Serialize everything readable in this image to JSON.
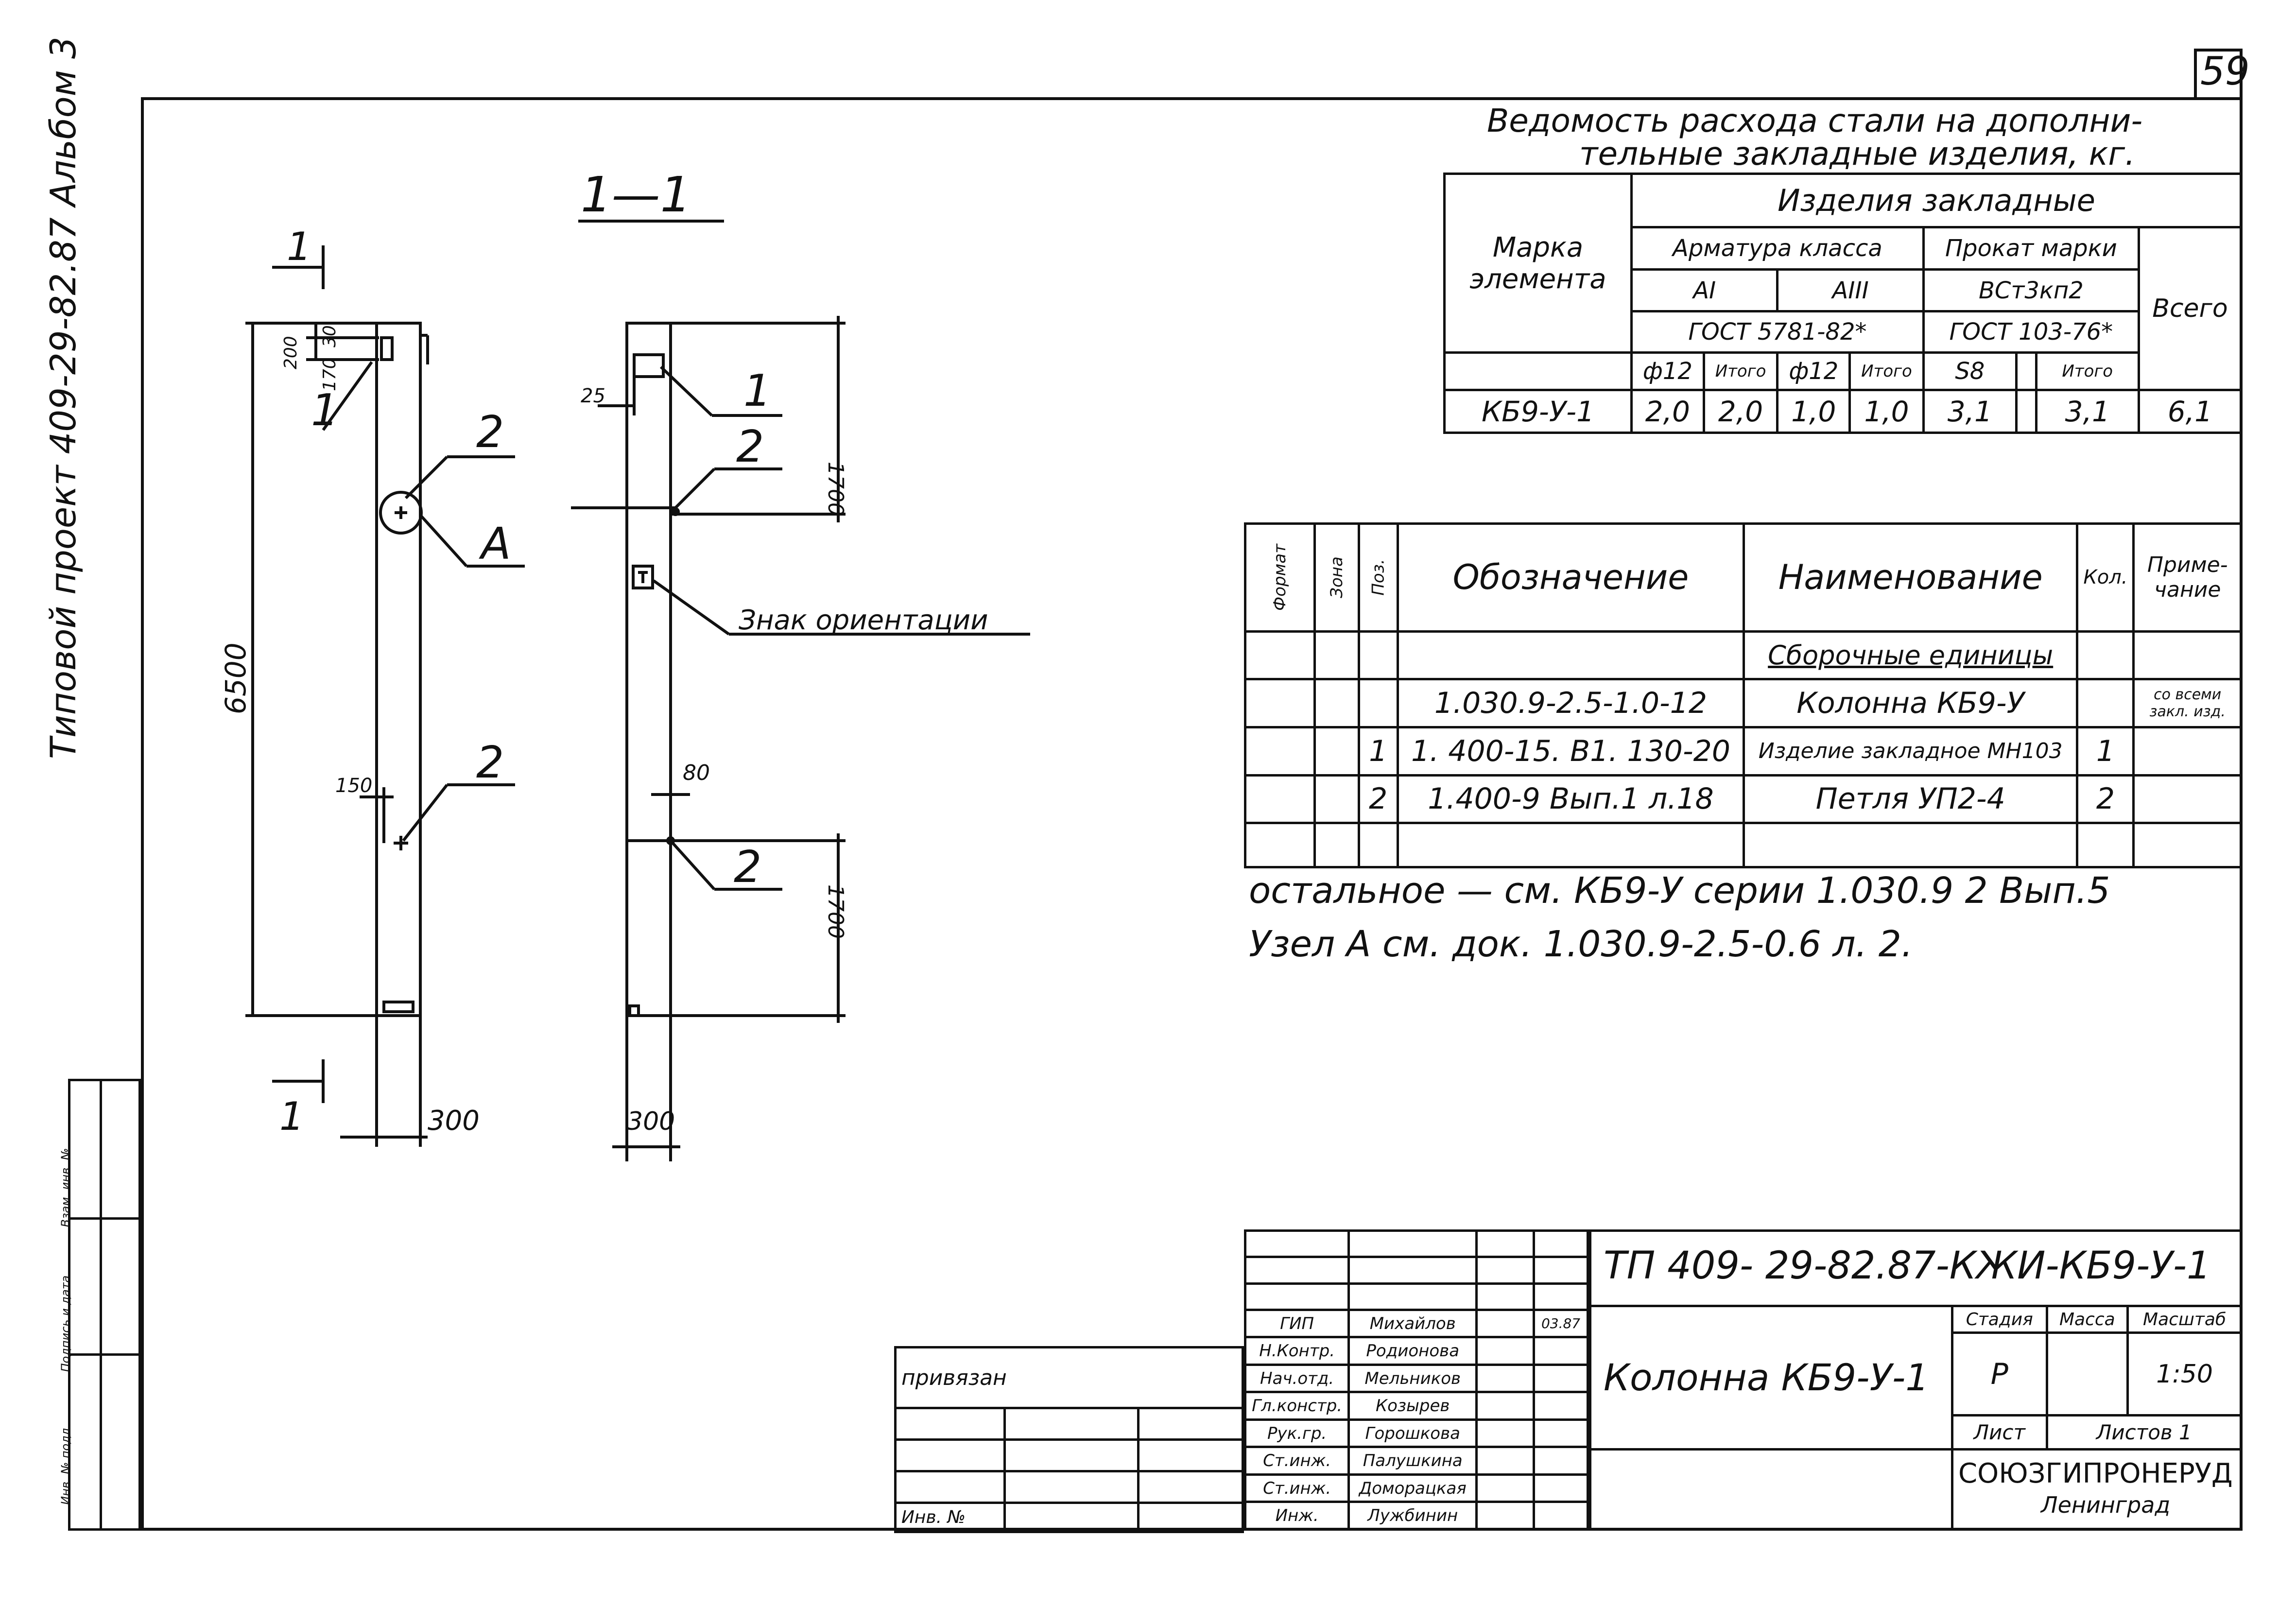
{
  "sheet_number": "59",
  "side_title": "Типовой проект 409-29-82.87 Альбом 3",
  "section": {
    "title": "1—1",
    "cut_mark": "1",
    "dims": {
      "d200": "200",
      "d170": "170",
      "d30": "30",
      "d6500": "6500",
      "d150": "150",
      "d300_left": "300",
      "d25": "25",
      "d1700_top": "1700",
      "d80": "80",
      "d1700_bot": "1700",
      "d300_right": "300"
    },
    "callouts": {
      "c1": "1",
      "c2a": "2",
      "cA": "А",
      "c2b": "2",
      "c1r": "1",
      "c2r": "2",
      "c2r2": "2"
    },
    "orientation_label": "Знак ориентации"
  },
  "steel_table": {
    "title_line1": "Ведомость расхода стали на дополни-",
    "title_line2": "тельные закладные изделия, кг.",
    "h_mark": "Марка элемента",
    "h_products": "Изделия закладные",
    "h_rebar": "Арматура класса",
    "h_rolled": "Прокат марки",
    "h_ai": "АI",
    "h_aiii": "АIII",
    "h_grade": "ВСт3кп2",
    "h_gost1": "ГОСТ 5781-82*",
    "h_gost2": "ГОСТ 103-76*",
    "h_total": "Всего",
    "sub": [
      "ф12",
      "Итого",
      "ф12",
      "Итого",
      "S8",
      "",
      "Итого"
    ],
    "row": {
      "mark": "КБ9-У-1",
      "values": [
        "2,0",
        "2,0",
        "1,0",
        "1,0",
        "3,1",
        "",
        "3,1"
      ],
      "total": "6,1"
    }
  },
  "spec_table": {
    "headers": {
      "format": "Формат",
      "zone": "Зона",
      "pos": "Поз.",
      "designation": "Обозначение",
      "name": "Наименование",
      "qty": "Кол.",
      "note": "Приме-чание"
    },
    "rows": [
      {
        "pos": "",
        "designation": "",
        "name": "Сборочные единицы",
        "qty": "",
        "note": ""
      },
      {
        "pos": "",
        "designation": "1.030.9-2.5-1.0-12",
        "name": "Колонна КБ9-У",
        "qty": "",
        "note": "со всеми закл. изд."
      },
      {
        "pos": "1",
        "designation": "1. 400-15. В1. 130-20",
        "name": "Изделие закладное МН103",
        "qty": "1",
        "note": ""
      },
      {
        "pos": "2",
        "designation": "1.400-9 Вып.1 л.18",
        "name": "Петля УП2-4",
        "qty": "2",
        "note": ""
      },
      {
        "pos": "",
        "designation": "",
        "name": "",
        "qty": "",
        "note": ""
      }
    ]
  },
  "notes": [
    "остальное — см. КБ9-У серии 1.030.9 2 Вып.5",
    "Узел А см. док. 1.030.9-2.5-0.6 л. 2."
  ],
  "title_block": {
    "code": "ТП 409- 29-82.87-КЖИ-КБ9-У-1",
    "name": "Колонна КБ9-У-1",
    "date": "03.87",
    "roles": [
      {
        "role": "ГИП",
        "person": "Михайлов"
      },
      {
        "role": "Н.Контр.",
        "person": "Родионова"
      },
      {
        "role": "Нач.отд.",
        "person": "Мельников"
      },
      {
        "role": "Гл.констр.",
        "person": "Козырев"
      },
      {
        "role": "Рук.гр.",
        "person": "Горошкова"
      },
      {
        "role": "Ст.инж.",
        "person": "Палушкина"
      },
      {
        "role": "Ст.инж.",
        "person": "Доморацкая"
      },
      {
        "role": "Инж.",
        "person": "Лужбинин"
      }
    ],
    "stage_label": "Стадия",
    "mass_label": "Масса",
    "scale_label": "Масштаб",
    "stage": "Р",
    "scale": "1:50",
    "sheet_label": "Лист",
    "sheets_label": "Листов 1",
    "org": "СОЮЗГИПРОНЕРУД",
    "city": "Ленинград",
    "bound": "привязан",
    "inv": "Инв. №"
  },
  "left_strip": [
    "Инв. № подл.",
    "Подпись и дата",
    "Взам. инв. №"
  ]
}
